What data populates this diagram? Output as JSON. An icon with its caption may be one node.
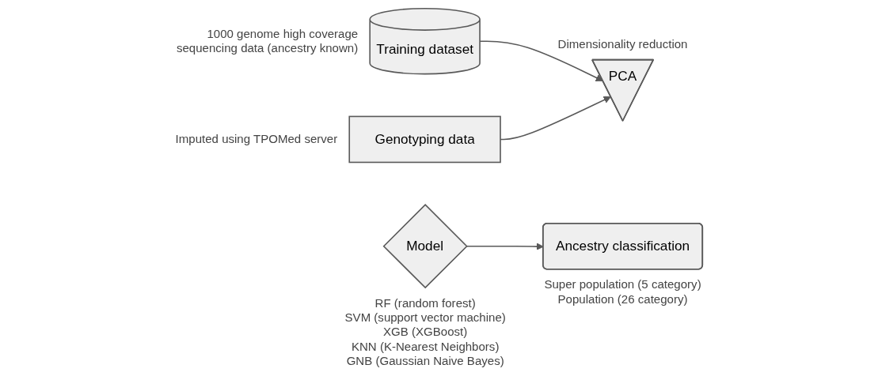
{
  "diagram": {
    "nodes": [
      {
        "text": [
          "Training dataset"
        ],
        "beside": [
          "1000 genome high coverage sequencing data (ancestry known)"
        ]
      },
      {
        "text": [
          "PCA"
        ],
        "beside": [
          "Dimensionality reduction"
        ]
      },
      {
        "text": [
          "Genotyping data"
        ],
        "beside": [
          "Imputed using TPOMed server"
        ]
      },
      {
        "text": [
          "Model"
        ],
        "beside": [
          "RF (random forest)",
          "SVM (support vector machine)",
          "XGB (XGBoost)",
          "KNN (K-Nearest Neighbors)",
          "GNB (Gaussian Naive Bayes)"
        ]
      },
      {
        "text": [
          "Ancestry classification"
        ],
        "beside": [
          "Super population (5 category)",
          "Population (26 category)"
        ]
      }
    ],
    "edges": [
      {
        "from": 0,
        "to": 1,
        "arrow": "to"
      },
      {
        "from": 2,
        "to": 1,
        "arrow": "to"
      },
      {
        "from": 3,
        "to": 4,
        "arrow": "to"
      }
    ]
  }
}
